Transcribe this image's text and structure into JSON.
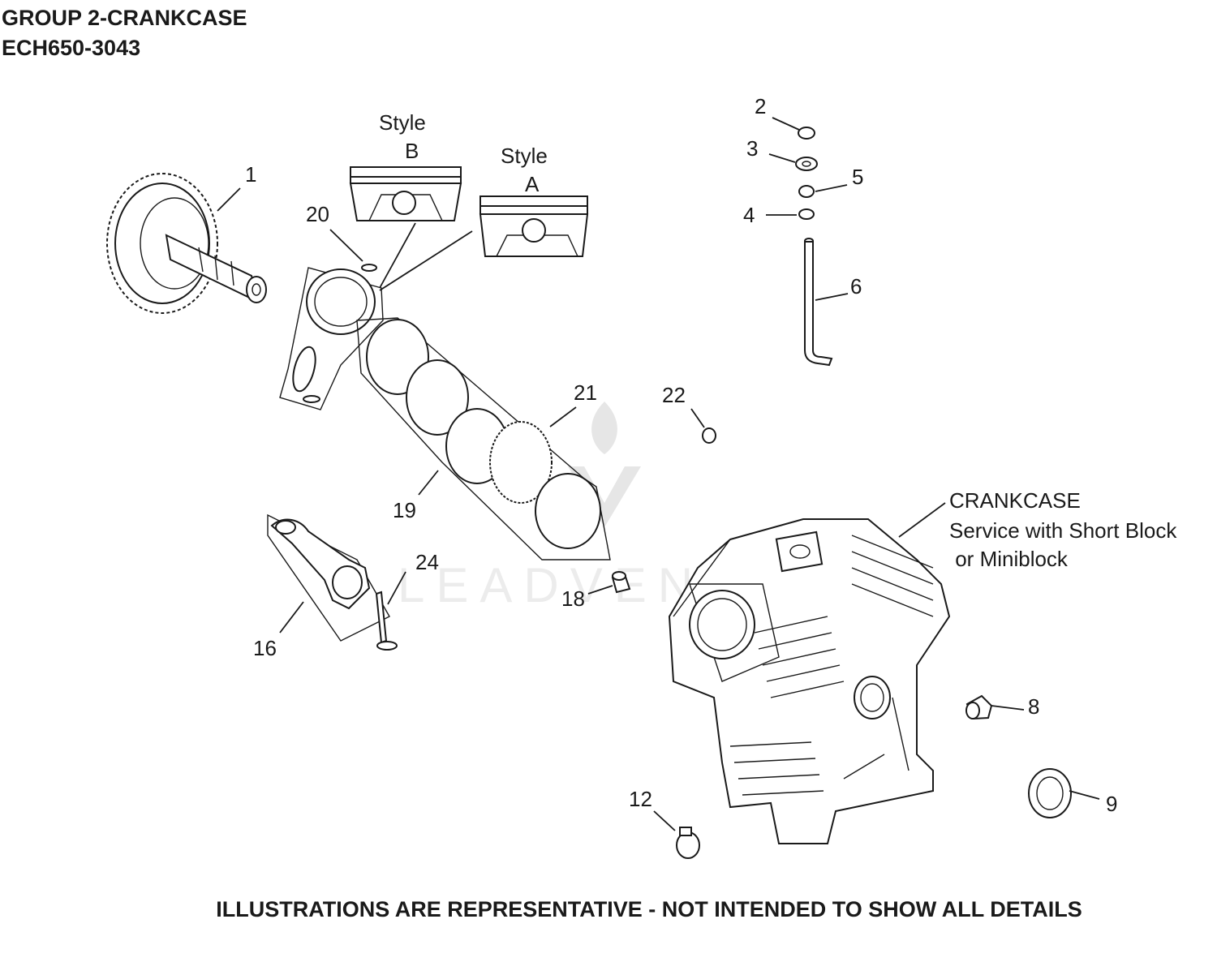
{
  "header": {
    "group_title": "GROUP 2-CRANKCASE",
    "model": "ECH650-3043"
  },
  "footer": {
    "disclaimer": "ILLUSTRATIONS ARE REPRESENTATIVE - NOT INTENDED TO SHOW ALL DETAILS"
  },
  "watermark": {
    "text": "LEADVENTURE"
  },
  "styles": {
    "style_b_line1": "Style",
    "style_b_line2": "B",
    "style_a_line1": "Style",
    "style_a_line2": "A"
  },
  "crankcase_note": {
    "line1": "CRANKCASE",
    "line2": "Service with Short Block",
    "line3": " or Miniblock"
  },
  "callouts": {
    "c1": "1",
    "c2": "2",
    "c3": "3",
    "c4": "4",
    "c5": "5",
    "c6": "6",
    "c8": "8",
    "c9": "9",
    "c12": "12",
    "c16": "16",
    "c18": "18",
    "c19": "19",
    "c20": "20",
    "c21": "21",
    "c22": "22",
    "c24": "24"
  }
}
